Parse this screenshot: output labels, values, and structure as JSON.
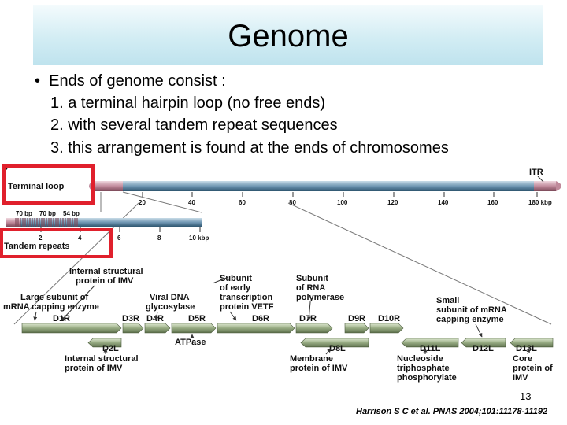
{
  "slide": {
    "title": "Genome",
    "bullet": "Ends of genome consist :",
    "points": [
      "1. a terminal hairpin loop (no free ends)",
      "2. with several tandem repeat sequences",
      "3. this arrangement is found at the ends of chromosomes"
    ],
    "page_number": "13",
    "citation": "Harrison S C et al. PNAS 2004;101:11178-11192"
  },
  "figure": {
    "panel_letter": "B",
    "terminal_loop_label": "Terminal loop",
    "tandem_repeats_label": "Tandem repeats",
    "itr_label": "ITR",
    "genome_ticks": [
      "20",
      "40",
      "60",
      "80",
      "100",
      "120",
      "140",
      "160",
      "180 kbp"
    ],
    "repeat_ticks": [
      "2",
      "4",
      "6",
      "8",
      "10 kbp"
    ],
    "repeat_sizes": [
      "70 bp",
      "70 bp",
      "54 bp"
    ],
    "highlight_color": "#e0202c",
    "genes_right": [
      "D1R",
      "D3R",
      "D4R",
      "D5R",
      "D6R",
      "D7R",
      "D9R",
      "D10R"
    ],
    "genes_left": [
      "D2L",
      "D8L",
      "D11L",
      "D12L",
      "D13L"
    ],
    "annotations": {
      "internal_structural_top": [
        "Internal structural",
        "protein of IMV"
      ],
      "large_subunit": [
        "Large subunit of",
        "mRNA capping enzyme"
      ],
      "viral_dna_glycosylase": [
        "Viral DNA",
        "glycosylase"
      ],
      "subunit_vetf": [
        "Subunit",
        "of early",
        "transcription",
        "protein VETF"
      ],
      "subunit_rna_pol": [
        "Subunit",
        "of RNA",
        "polymerase"
      ],
      "small_subunit": [
        "Small",
        "subunit of mRNA",
        "capping enzyme"
      ],
      "internal_structural_bottom": [
        "Internal structural",
        "protein of IMV"
      ],
      "atpase": [
        "ATPase"
      ],
      "membrane_protein": [
        "Membrane",
        "protein of IMV"
      ],
      "nucleoside": [
        "Nucleoside",
        "triphosphate",
        "phosphorylate"
      ],
      "core_protein": [
        "Core",
        "protein of",
        "IMV"
      ]
    }
  }
}
